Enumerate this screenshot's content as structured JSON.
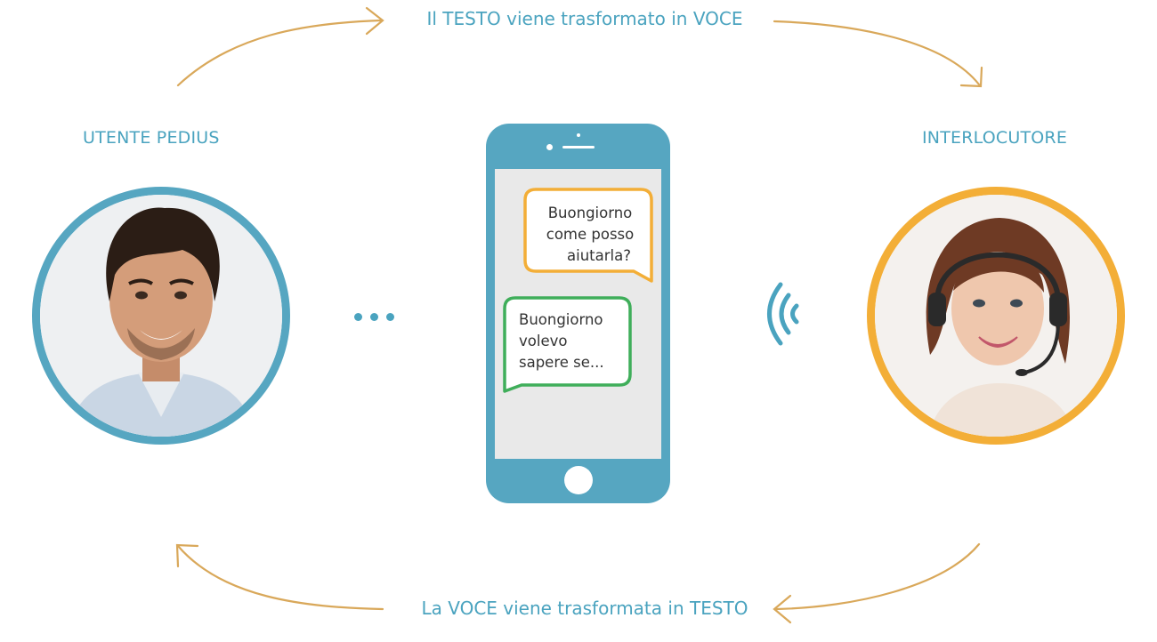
{
  "captions": {
    "top": "Il TESTO viene trasformato in VOCE",
    "bottom": "La VOCE viene trasformata in TESTO"
  },
  "roles": {
    "left": "UTENTE PEDIUS",
    "right": "INTERLOCUTORE"
  },
  "chat": {
    "incoming": [
      "Buongiorno",
      "come posso",
      "aiutarla?"
    ],
    "outgoing": [
      "Buongiorno",
      "volevo",
      "sapere se..."
    ]
  },
  "icons": {
    "typing": "ellipsis-dots-icon",
    "voice": "sound-waves-icon",
    "user_photo": "man-portrait",
    "operator_photo": "headset-woman-portrait"
  },
  "colors": {
    "caption": "#4aa3bf",
    "arrow": "#d9a85a",
    "phone": "#56a6c1",
    "user_ring": "#56a6c1",
    "operator_ring": "#f3ae37",
    "bubble_incoming": "#f3ae37",
    "bubble_outgoing": "#3fae5a"
  }
}
